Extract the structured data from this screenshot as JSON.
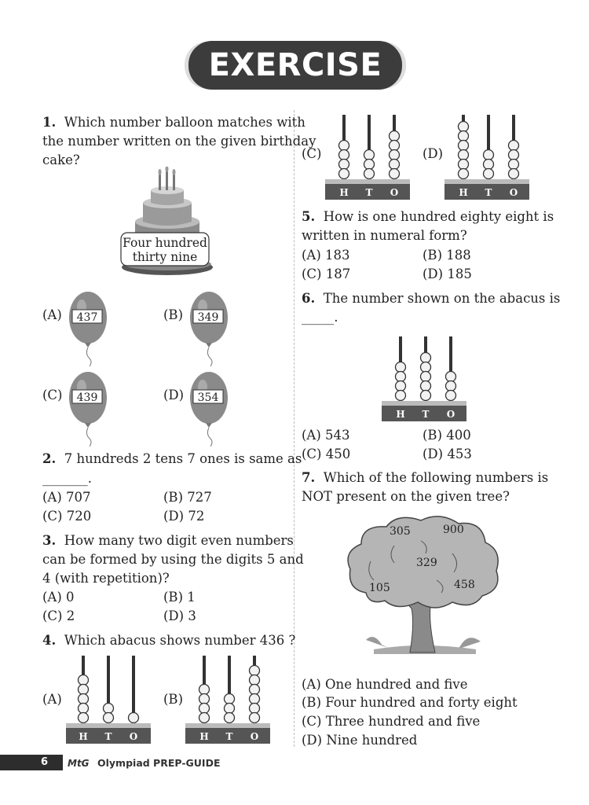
{
  "header": {
    "title": "EXERCISE"
  },
  "q1": {
    "num": "1.",
    "text": [
      "Which number balloon matches with",
      "the number written on the given birthday",
      "cake?"
    ],
    "cake_text": [
      "Four hundred",
      "thirty nine"
    ],
    "options": [
      {
        "label": "(A)",
        "value": "437"
      },
      {
        "label": "(B)",
        "value": "349"
      },
      {
        "label": "(C)",
        "value": "439"
      },
      {
        "label": "(D)",
        "value": "354"
      }
    ]
  },
  "q2": {
    "num": "2.",
    "text": [
      "7 hundreds 2 tens 7 ones is same as",
      "_______."
    ],
    "options": [
      "(A) 707",
      "(B) 727",
      "(C) 720",
      "(D) 72"
    ]
  },
  "q3": {
    "num": "3.",
    "text": [
      "How many two digit even numbers",
      "can be formed by using the digits 5 and",
      "4 (with repetition)?"
    ],
    "options": [
      "(A) 0",
      "(B) 1",
      "(C) 2",
      "(D) 3"
    ]
  },
  "q4": {
    "num": "4.",
    "text": "Which abacus shows number 436 ?",
    "options": [
      "(A)",
      "(B)",
      "(C)",
      "(D)"
    ],
    "abacus_labels": [
      "H",
      "T",
      "O"
    ]
  },
  "q5": {
    "num": "5.",
    "text": [
      "How is one hundred eighty eight is",
      "written in numeral form?"
    ],
    "options": [
      "(A) 183",
      "(B) 188",
      "(C) 187",
      "(D) 185"
    ]
  },
  "q6": {
    "num": "6.",
    "text": [
      "The number shown on the abacus is",
      "_____."
    ],
    "options": [
      "(A) 543",
      "(B) 400",
      "(C) 450",
      "(D) 453"
    ]
  },
  "q7": {
    "num": "7.",
    "text": [
      "Which of the following numbers is",
      "NOT present on the given tree?"
    ],
    "tree_numbers": [
      "305",
      "900",
      "329",
      "105",
      "458"
    ],
    "options": [
      "(A) One hundred and five",
      "(B) Four hundred and forty eight",
      "(C) Three hundred and five",
      "(D) Nine hundred"
    ]
  },
  "footer": {
    "page": "6",
    "logo": "MtG",
    "title": "Olympiad PREP-GUIDE"
  }
}
